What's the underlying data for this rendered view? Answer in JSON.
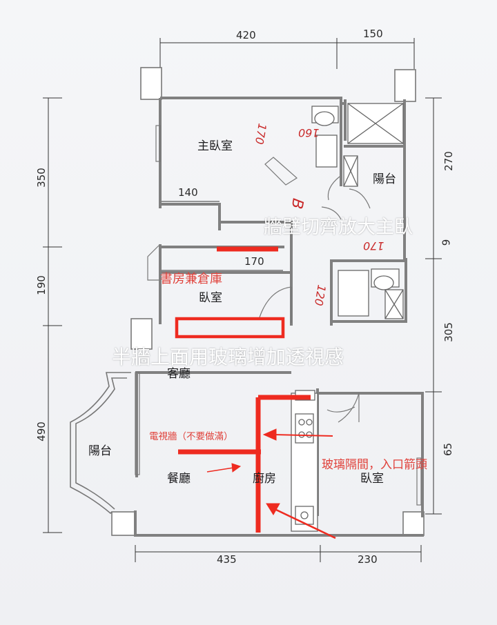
{
  "rooms": {
    "master_bedroom": "主臥室",
    "balcony_right": "陽台",
    "bedroom_middle": "臥室",
    "living_room": "客廳",
    "balcony_left": "陽台",
    "dining_room": "餐廳",
    "kitchen": "廚房",
    "bedroom_right": "臥室"
  },
  "dimensions": {
    "top_1": "420",
    "top_2": "150",
    "bottom_1": "435",
    "bottom_2": "230",
    "left_1": "350",
    "left_2": "190",
    "left_3": "490",
    "right_1": "270",
    "right_2": "9",
    "right_3": "305",
    "right_4": "65",
    "inner_1": "140",
    "inner_2": "170"
  },
  "annotations": {
    "wall_cut": "牆壁切齊放大主臥",
    "half_wall_glass": "半牆上面用玻璃增加透視感",
    "study_storage": "書房兼倉庫",
    "tv_wall": "電視牆（不要做滿）",
    "glass_partition": "玻璃隔間，入口箭頭"
  },
  "handwriting": {
    "h1": "170",
    "h2": "160",
    "h3": "B",
    "h4": "170",
    "h5": "120"
  },
  "colors": {
    "wall": "#8a8a8a",
    "ink": "#2a2a2a",
    "red": "#ee2b20"
  }
}
